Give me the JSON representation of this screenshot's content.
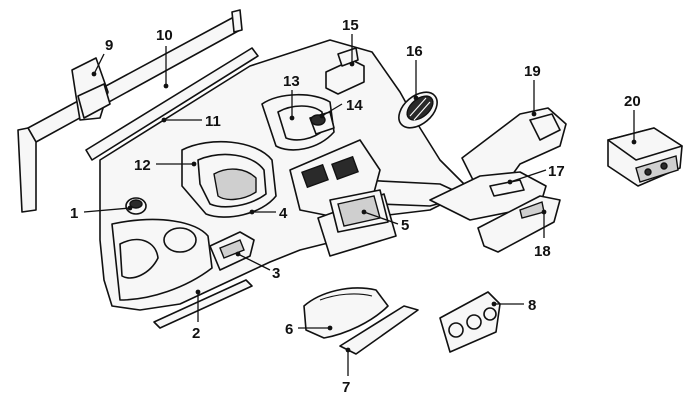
{
  "diagram": {
    "watermark": "",
    "callouts": [
      {
        "id": "1",
        "label": "1"
      },
      {
        "id": "2",
        "label": "2"
      },
      {
        "id": "3",
        "label": "3"
      },
      {
        "id": "4",
        "label": "4"
      },
      {
        "id": "5",
        "label": "5"
      },
      {
        "id": "6",
        "label": "6"
      },
      {
        "id": "7",
        "label": "7"
      },
      {
        "id": "8",
        "label": "8"
      },
      {
        "id": "9",
        "label": "9"
      },
      {
        "id": "10",
        "label": "10"
      },
      {
        "id": "11",
        "label": "11"
      },
      {
        "id": "12",
        "label": "12"
      },
      {
        "id": "13",
        "label": "13"
      },
      {
        "id": "14",
        "label": "14"
      },
      {
        "id": "15",
        "label": "15"
      },
      {
        "id": "16",
        "label": "16"
      },
      {
        "id": "17",
        "label": "17"
      },
      {
        "id": "18",
        "label": "18"
      },
      {
        "id": "19",
        "label": "19"
      },
      {
        "id": "20",
        "label": "20"
      }
    ]
  }
}
